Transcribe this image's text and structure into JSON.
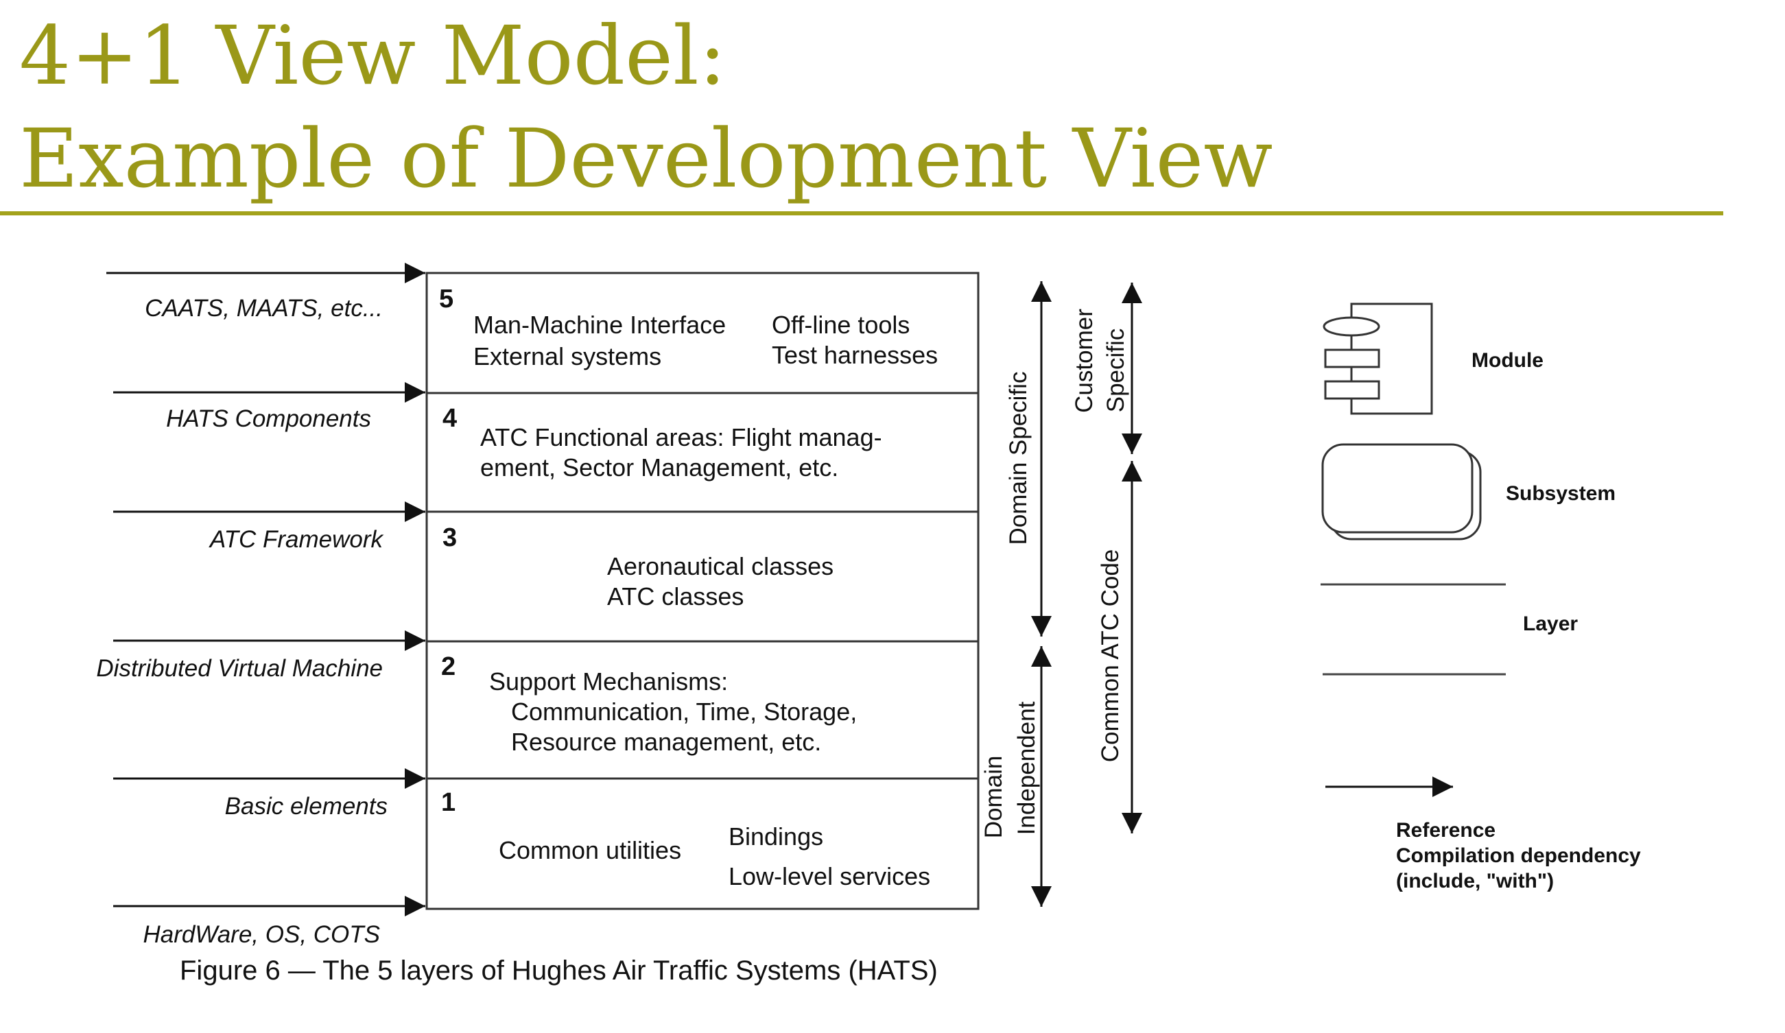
{
  "title": {
    "line1": "4+1 View Model:",
    "line2": "Example of Development View"
  },
  "diagram": {
    "caption": "Figure 6 — The 5 layers of Hughes Air Traffic Systems (HATS)",
    "left_labels": [
      "CAATS, MAATS, etc...",
      "HATS Components",
      "ATC Framework",
      "Distributed Virtual Machine",
      "Basic elements",
      "HardWare, OS, COTS"
    ],
    "layers": [
      {
        "number": "5",
        "lines": [
          "Man-Machine Interface",
          "External systems",
          "Off-line tools",
          "Test harnesses"
        ]
      },
      {
        "number": "4",
        "lines": [
          "ATC Functional areas: Flight manag-",
          "ement, Sector Management, etc."
        ]
      },
      {
        "number": "3",
        "lines": [
          "Aeronautical classes",
          "ATC classes"
        ]
      },
      {
        "number": "2",
        "lines": [
          "Support Mechanisms:",
          "Communication, Time, Storage,",
          "Resource management, etc."
        ]
      },
      {
        "number": "1",
        "lines": [
          "Common utilities",
          "Bindings",
          "Low-level services"
        ]
      }
    ],
    "vertical_labels": {
      "domain_specific": "Domain Specific",
      "domain_independent_1": "Domain",
      "domain_independent_2": "Independent",
      "customer_specific_1": "Customer",
      "customer_specific_2": "Specific",
      "common_atc_code": "Common ATC Code"
    },
    "legend": {
      "module": "Module",
      "subsystem": "Subsystem",
      "layer": "Layer",
      "reference_1": "Reference",
      "reference_2": "Compilation dependency",
      "reference_3": "(include, \"with\")"
    }
  }
}
